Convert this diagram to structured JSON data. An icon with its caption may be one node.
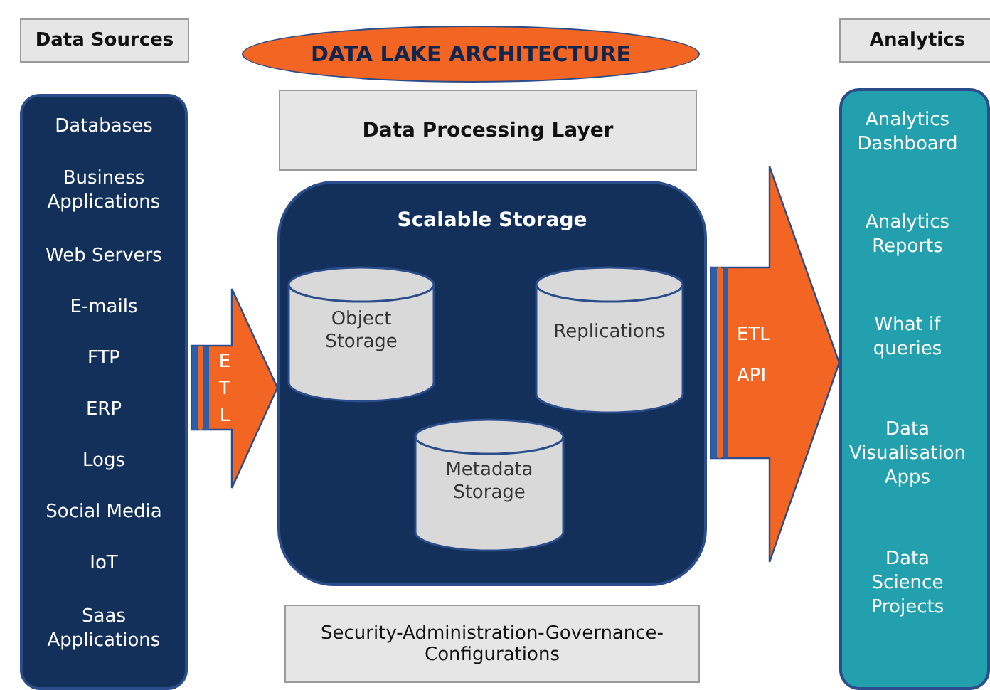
{
  "diagram": {
    "nodes": [
      {
        "text": [
          "Data Sources"
        ]
      },
      {
        "text": [
          "Databases",
          "Business Applications",
          "Web Servers",
          "E-mails",
          "FTP",
          "ERP",
          "Logs",
          "Social Media",
          "IoT",
          "Saas Applications"
        ]
      },
      {
        "text": [
          "DATA LAKE ARCHITECTURE"
        ]
      },
      {
        "text": [
          "Data Processing Layer"
        ]
      },
      {
        "text": [
          "Scalable Storage"
        ]
      },
      {
        "text": [
          "Object Storage"
        ],
        "in": 4
      },
      {
        "text": [
          "Replications"
        ],
        "in": 4
      },
      {
        "text": [
          "Metadata Storage"
        ],
        "in": 4
      },
      {
        "text": [
          "Security-Administration-Governance-Configurations"
        ]
      },
      {
        "text": [
          "Analytics"
        ]
      },
      {
        "text": [
          "Analytics Dashboard",
          "Analytics Reports",
          "What if queries",
          "Data Visualisation Apps",
          "Data Science Projects"
        ]
      }
    ],
    "edges": [
      {
        "from": 1,
        "to": 4,
        "arrow": "to",
        "label": "ETL"
      },
      {
        "from": 4,
        "to": 10,
        "arrow": "to",
        "label": "ETL API"
      }
    ]
  }
}
